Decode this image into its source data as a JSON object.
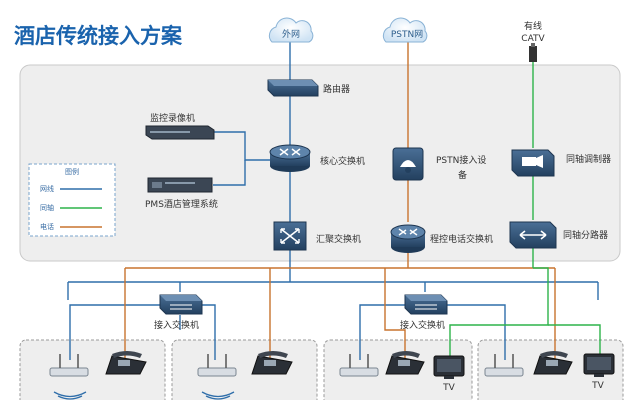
{
  "title": "酒店传统接入方案",
  "colors": {
    "title": "#1a63ad",
    "network": "#2f6eaa",
    "coax": "#2db34a",
    "phone": "#c8732e",
    "panel": "#eeeeee",
    "device": "#2f4f72"
  },
  "clouds": {
    "internet": "外网",
    "pstn": "PSTN网"
  },
  "catv": {
    "line1": "有线",
    "line2": "CATV"
  },
  "devices": {
    "router": "路由器",
    "nvr": "监控录像机",
    "pms": "PMS酒店管理系统",
    "core_switch": "核心交换机",
    "pstn_access_line1": "PSTN接入设",
    "pstn_access_line2": "备",
    "coax_modulator": "同轴调制器",
    "aggregation_switch": "汇聚交换机",
    "pbx": "程控电话交换机",
    "coax_splitter": "同轴分路器",
    "access_switch_1": "接入交换机",
    "access_switch_2": "接入交换机"
  },
  "legend": {
    "title": "图例",
    "items": [
      {
        "label": "网线",
        "color": "#2f6eaa"
      },
      {
        "label": "同轴",
        "color": "#2db34a"
      },
      {
        "label": "电话",
        "color": "#c8732e"
      }
    ]
  },
  "rooms": [
    {
      "tv": ""
    },
    {
      "tv": ""
    },
    {
      "tv": "TV"
    },
    {
      "tv": "TV"
    }
  ]
}
